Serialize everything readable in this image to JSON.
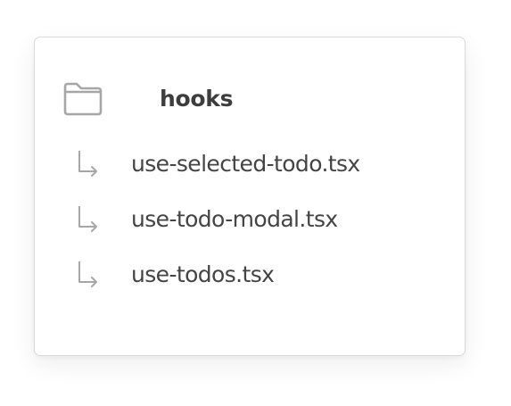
{
  "folder": {
    "name": "hooks",
    "icon": "folder-icon"
  },
  "files": [
    {
      "name": "use-selected-todo.tsx",
      "icon": "child-arrow-icon"
    },
    {
      "name": "use-todo-modal.tsx",
      "icon": "child-arrow-icon"
    },
    {
      "name": "use-todos.tsx",
      "icon": "child-arrow-icon"
    }
  ],
  "colors": {
    "text_primary": "#3d3d3d",
    "text_secondary": "#444444",
    "icon_gray": "#a6a6a6",
    "card_border": "#d9d9d9",
    "background": "#ffffff"
  }
}
